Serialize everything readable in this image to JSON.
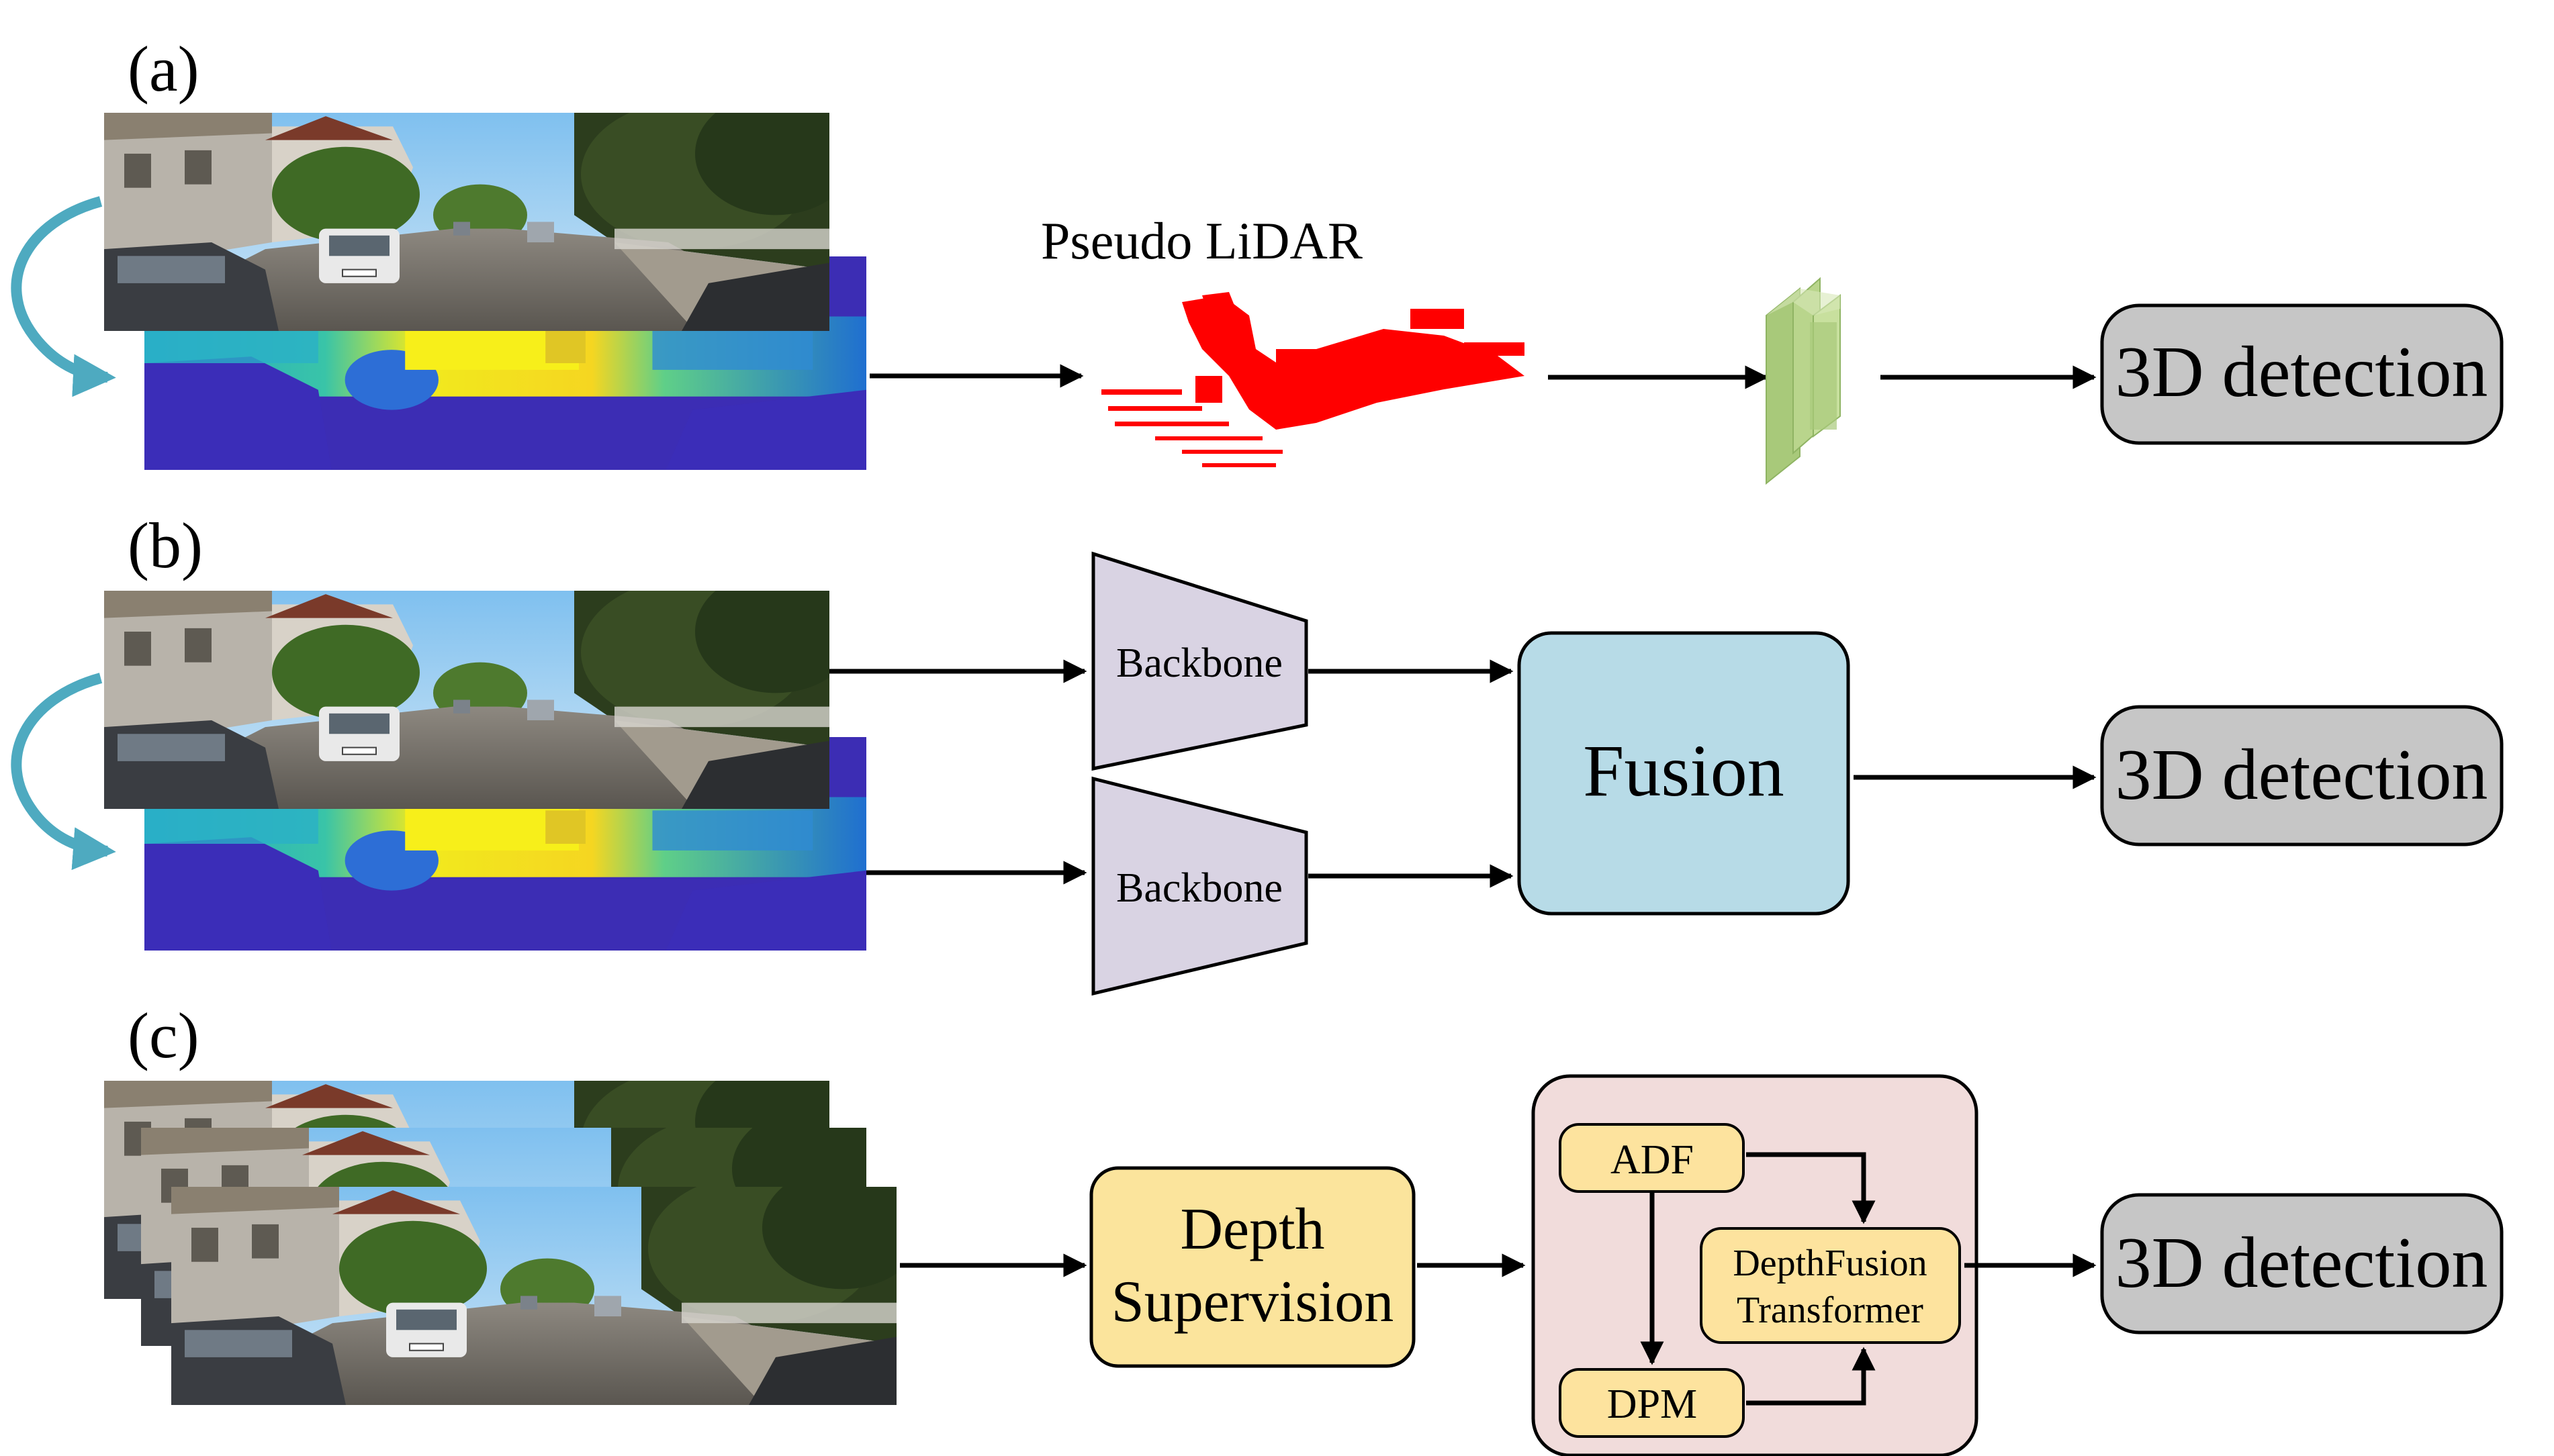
{
  "panels": {
    "a": {
      "label": "(a)",
      "pseudo_lidar_label": "Pseudo LiDAR",
      "output_label": "3D detection"
    },
    "b": {
      "label": "(b)",
      "backbone_top_label": "Backbone",
      "backbone_bottom_label": "Backbone",
      "fusion_label": "Fusion",
      "output_label": "3D detection"
    },
    "c": {
      "label": "(c)",
      "depth_supervision_label": [
        "Depth",
        "Supervision"
      ],
      "adf_label": "ADF",
      "dpm_label": "DPM",
      "transformer_label": [
        "DepthFusion",
        "Transformer"
      ],
      "output_label": "3D detection"
    }
  },
  "colors": {
    "output_box": "#c6c6c6",
    "backbone": "#d9d3e3",
    "fusion": "#b7dbe7",
    "depth_supervision": "#fbe49c",
    "module_container": "#f1dcdb",
    "module_box": "#fde39e",
    "pseudo_lidar_points": "#ff0000",
    "feature_block": "#a8c97a",
    "curved_arrow": "#4eaac0",
    "depth_map_dark": "#3b2db8",
    "depth_map_mid": "#1fa6c9",
    "depth_map_bright": "#f5ee1a"
  },
  "icons": [
    "camera-image-thumbnail",
    "depth-map-thumbnail",
    "point-cloud",
    "feature-extractor-blocks",
    "curved-arrow"
  ]
}
